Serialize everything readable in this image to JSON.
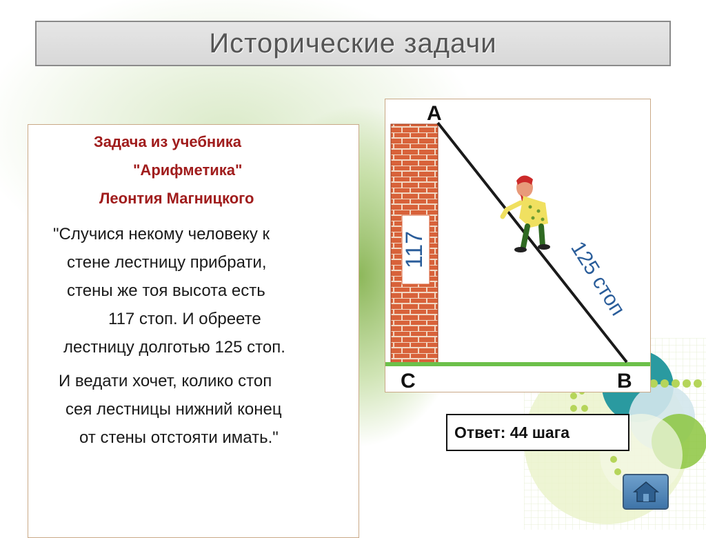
{
  "title": "Исторические задачи",
  "problem": {
    "heading_lines": [
      "Задача из учебника",
      "\"Арифметика\"",
      "Леонтия Магницкого"
    ],
    "text_lines": [
      "\"Случися некому человеку к",
      "стене лестницу прибрати,",
      "стены же тоя высота есть",
      "117 стоп. И обреете",
      "лестницу долготью 125 стоп.",
      "И ведати хочет, колико стоп",
      "сея лестницы нижний конец",
      "от стены отстояти имать.\""
    ]
  },
  "figure": {
    "label_a": "А",
    "label_b": "В",
    "label_c": "С",
    "wall_height": "117",
    "ladder_length": "125 стоп"
  },
  "answer": "Ответ: 44 шага",
  "nav": {
    "home_icon": "home-icon"
  },
  "colors": {
    "heading": "#a01c1c",
    "brick": "#d8623a",
    "ground": "#6cc04a",
    "accent_green": "#8cc63f",
    "accent_teal": "#2a9aa0"
  }
}
